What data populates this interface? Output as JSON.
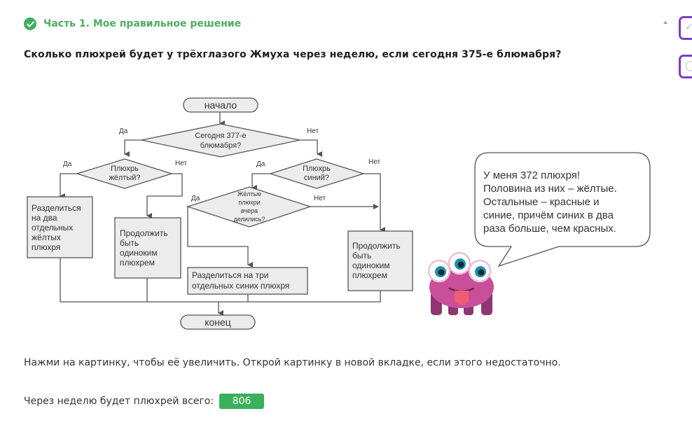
{
  "header": {
    "title": "Часть 1. Мое правильное решение",
    "status_icon": "check-circle-icon",
    "status_color": "#3bb05b"
  },
  "question": "Сколько плюхрей будет у трёхглазого Жмуха через неделю, если сегодня 375-е блюмабря?",
  "side_buttons": [
    {
      "icon": "check-icon",
      "glyph": "✓"
    },
    {
      "icon": "circle-icon",
      "glyph": "◯"
    }
  ],
  "flowchart": {
    "start": "начало",
    "end": "конец",
    "decision_main": [
      "Сегодня 377-е",
      "блюмабря?"
    ],
    "decision_yellow": [
      "Плюхрь",
      "жёлтый?"
    ],
    "decision_blue": [
      "Плюхрь",
      "синий?"
    ],
    "decision_yesterday": [
      "Жёлтые",
      "плюхри",
      "вчера",
      "делились?"
    ],
    "box_split_two": [
      "Разделиться",
      "на два",
      "отдельных",
      "жёлтых",
      "плюхря"
    ],
    "box_stay_alone_1": [
      "Продолжить",
      "быть",
      "одиноким",
      "плюхрем"
    ],
    "box_split_three": [
      "Разделиться на три",
      "отдельных синих плюхря"
    ],
    "box_stay_alone_2": [
      "Продолжить",
      "быть",
      "одиноким",
      "плюхрем"
    ],
    "yes": "Да",
    "no": "Нет"
  },
  "speech_bubble": {
    "lines": [
      "У меня 372 плюхря!",
      "Половина из них – жёлтые.",
      "Остальные – красные и",
      "синие, причём синих в два",
      "раза больше, чем красных."
    ]
  },
  "colors": {
    "monster_body": "#c94f9b",
    "monster_dark": "#8e3572",
    "monster_tongue": "#ef5a74",
    "eye_iris": "#1b8fb0",
    "box_fill": "#ececec",
    "line": "#555555",
    "accent_purple": "#7b3fc4"
  },
  "hint": "Нажми на картинку, чтобы её увеличить. Открой картинку в новой вкладке, если этого недостаточно.",
  "answer": {
    "label": "Через неделю будет плюхрей всего:",
    "value": "806"
  }
}
